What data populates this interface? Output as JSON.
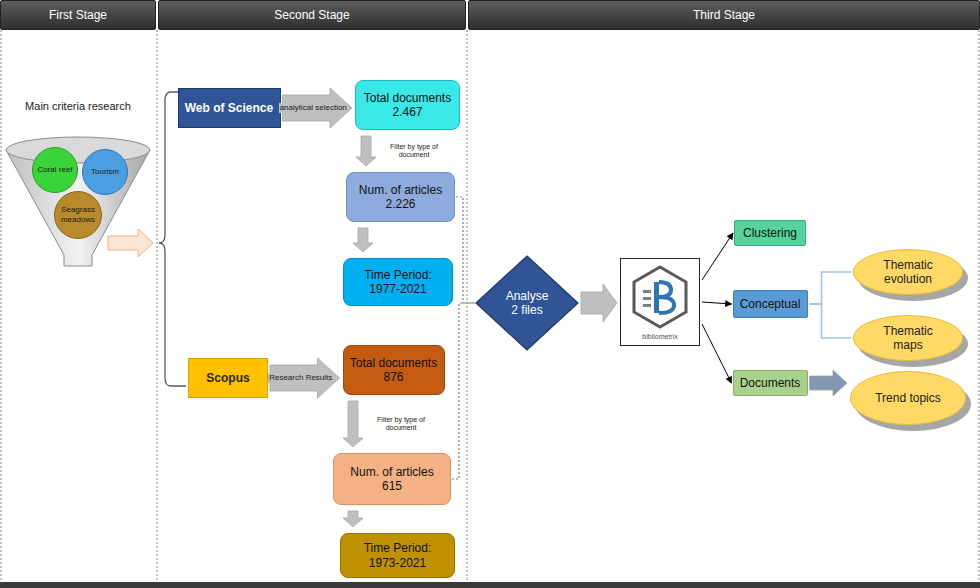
{
  "diagram": {
    "nodes": [
      {
        "text": [
          "First Stage"
        ]
      },
      {
        "text": [
          "Second Stage"
        ]
      },
      {
        "text": [
          "Third Stage"
        ]
      },
      {
        "text": [
          "Coral reef"
        ]
      },
      {
        "text": [
          "Tourism"
        ]
      },
      {
        "text": [
          "Seagrass meadows"
        ]
      },
      {
        "text": [
          "Web of Science"
        ]
      },
      {
        "text": [
          "Total documents",
          "2.467"
        ]
      },
      {
        "text": [
          "Num. of articles",
          "2.226"
        ]
      },
      {
        "text": [
          "Time Period:",
          "1977-2021"
        ]
      },
      {
        "text": [
          "Scopus"
        ]
      },
      {
        "text": [
          "Total documents",
          "876"
        ]
      },
      {
        "text": [
          "Num. of articles",
          "615"
        ]
      },
      {
        "text": [
          "Time Period:",
          "1973-2021"
        ]
      },
      {
        "text": [
          "Analyse 2 files"
        ]
      },
      {
        "text": [
          "bibliometrix"
        ]
      },
      {
        "text": [
          "Clustering"
        ]
      },
      {
        "text": [
          "Conceptual"
        ]
      },
      {
        "text": [
          "Documents"
        ]
      },
      {
        "text": [
          "Thematic evolution"
        ]
      },
      {
        "text": [
          "Thematic maps"
        ]
      },
      {
        "text": [
          "Trend topics"
        ]
      }
    ],
    "edges": [
      {
        "from": 6,
        "to": 7,
        "label": "analytical selection",
        "arrow": "to"
      },
      {
        "from": 7,
        "to": 8,
        "label": "Filter by type of document",
        "arrow": "to"
      },
      {
        "from": 8,
        "to": 9,
        "arrow": "to"
      },
      {
        "from": 10,
        "to": 11,
        "label": "Research Results",
        "arrow": "to"
      },
      {
        "from": 11,
        "to": 12,
        "label": "Filter by type of document",
        "arrow": "to"
      },
      {
        "from": 12,
        "to": 13,
        "arrow": "to"
      },
      {
        "from": 8,
        "to": 14,
        "arrow": "none"
      },
      {
        "from": 12,
        "to": 14,
        "arrow": "none"
      },
      {
        "from": 14,
        "to": 15,
        "arrow": "to"
      },
      {
        "from": 15,
        "to": 16,
        "arrow": "to"
      },
      {
        "from": 15,
        "to": 17,
        "arrow": "to"
      },
      {
        "from": 15,
        "to": 18,
        "arrow": "to"
      },
      {
        "from": 17,
        "to": 19,
        "arrow": "none"
      },
      {
        "from": 17,
        "to": 20,
        "arrow": "none"
      },
      {
        "from": 18,
        "to": 21,
        "arrow": "to"
      }
    ],
    "labels": [
      "Main criteria research"
    ]
  }
}
